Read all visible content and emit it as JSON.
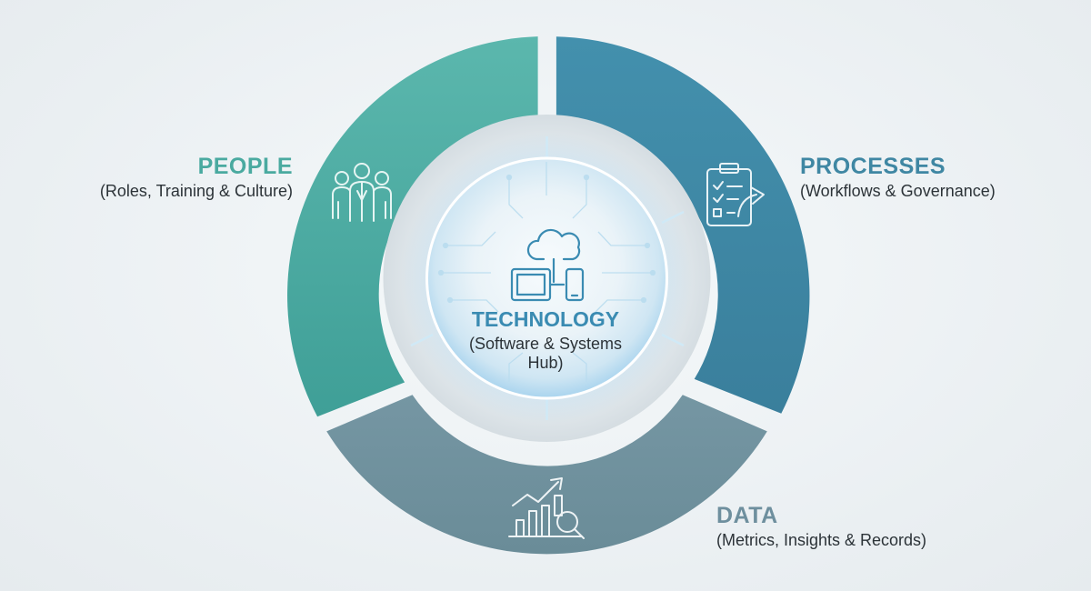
{
  "diagram": {
    "segments": [
      {
        "id": "people",
        "title": "PEOPLE",
        "subtitle": "(Roles, Training & Culture)",
        "icon": "people-group-icon",
        "color": "#4caca3"
      },
      {
        "id": "processes",
        "title": "PROCESSES",
        "subtitle": "(Workflows & Governance)",
        "icon": "clipboard-checklist-icon",
        "color": "#3e87a5"
      },
      {
        "id": "data",
        "title": "DATA",
        "subtitle": "(Metrics, Insights & Records)",
        "icon": "chart-magnifier-icon",
        "color": "#6e8f9b"
      }
    ],
    "hub": {
      "title": "TECHNOLOGY",
      "subtitle": "(Software & Systems Hub)",
      "icon": "cloud-devices-icon",
      "color": "#3a8bb2"
    }
  }
}
